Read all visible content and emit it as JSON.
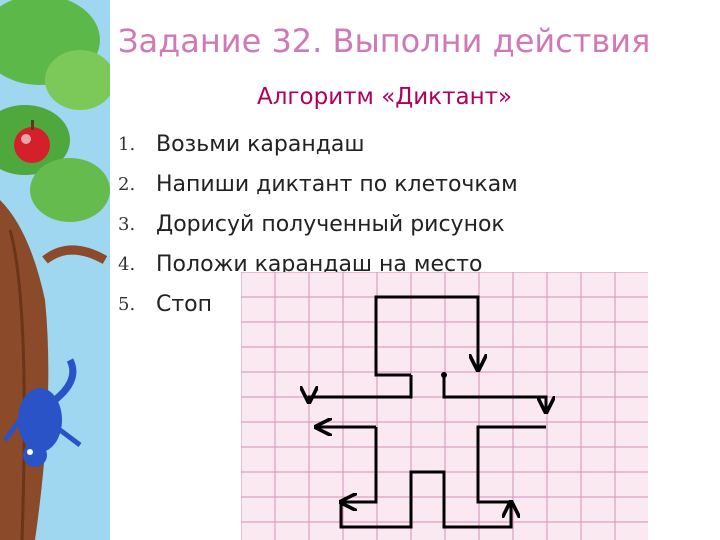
{
  "slide": {
    "title": "Задание 32. Выполни действия",
    "subtitle": "Алгоритм «Диктант»",
    "steps": [
      {
        "number": "1.",
        "text": "Возьми карандаш"
      },
      {
        "number": "2.",
        "text": "Напиши диктант по клеточкам"
      },
      {
        "number": "3.",
        "text": "Дорисуй полученный рисунок"
      },
      {
        "number": "4.",
        "text": "Положи карандаш на место"
      },
      {
        "number": "5.",
        "text": "Стоп"
      }
    ]
  },
  "decoration": {
    "icons": [
      "tree-icon",
      "apple-icon",
      "lizard-icon"
    ]
  },
  "colors": {
    "title": "#cf79b6",
    "subtitle": "#b0005a",
    "grid_line": "#d690b8",
    "grid_fill": "#fbe9f2",
    "arrow": "#000000"
  }
}
